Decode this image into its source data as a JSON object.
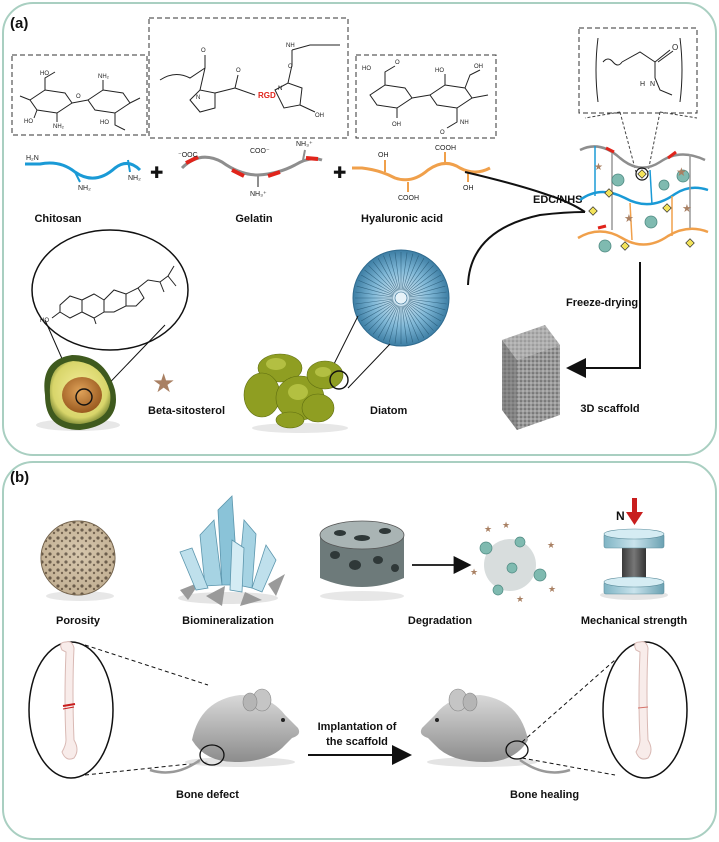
{
  "panel_a": {
    "tag": "(a)",
    "labels": {
      "chitosan": "Chitosan",
      "gelatin": "Gelatin",
      "hyaluronic_acid": "Hyaluronic acid",
      "beta_sitosterol": "Beta-sitosterol",
      "diatom": "Diatom",
      "edc_nhs": "EDC/NHS",
      "freeze_drying": "Freeze-drying",
      "scaffold": "3D scaffold"
    },
    "chem": {
      "plus": "✚",
      "rgd": "RGD",
      "h2n": "H₂N",
      "nh2": "NH₂",
      "ooc": "⁻OOC",
      "coo": "COO⁻",
      "nh3": "NH₃⁺",
      "oh": "OH",
      "cooh": "COOH",
      "ho": "HO",
      "o": "O",
      "nh": "NH",
      "h": "H",
      "n": "N"
    }
  },
  "panel_b": {
    "tag": "(b)",
    "labels": {
      "porosity": "Porosity",
      "biomineralization": "Biomineralization",
      "degradation": "Degradation",
      "mechanical_strength": "Mechanical strength",
      "implantation_line1": "Implantation of",
      "implantation_line2": "the scaffold",
      "bone_defect": "Bone defect",
      "bone_healing": "Bone healing",
      "force": "N"
    }
  },
  "colors": {
    "panel_border": "#a9cfc1",
    "chitosan": "#1a9ad6",
    "gelatin": "#8e8e8e",
    "gelatin_accent": "#e0241b",
    "hyaluronic": "#f0a04b",
    "star": "#a98063",
    "arrow_red": "#c81e1e"
  }
}
